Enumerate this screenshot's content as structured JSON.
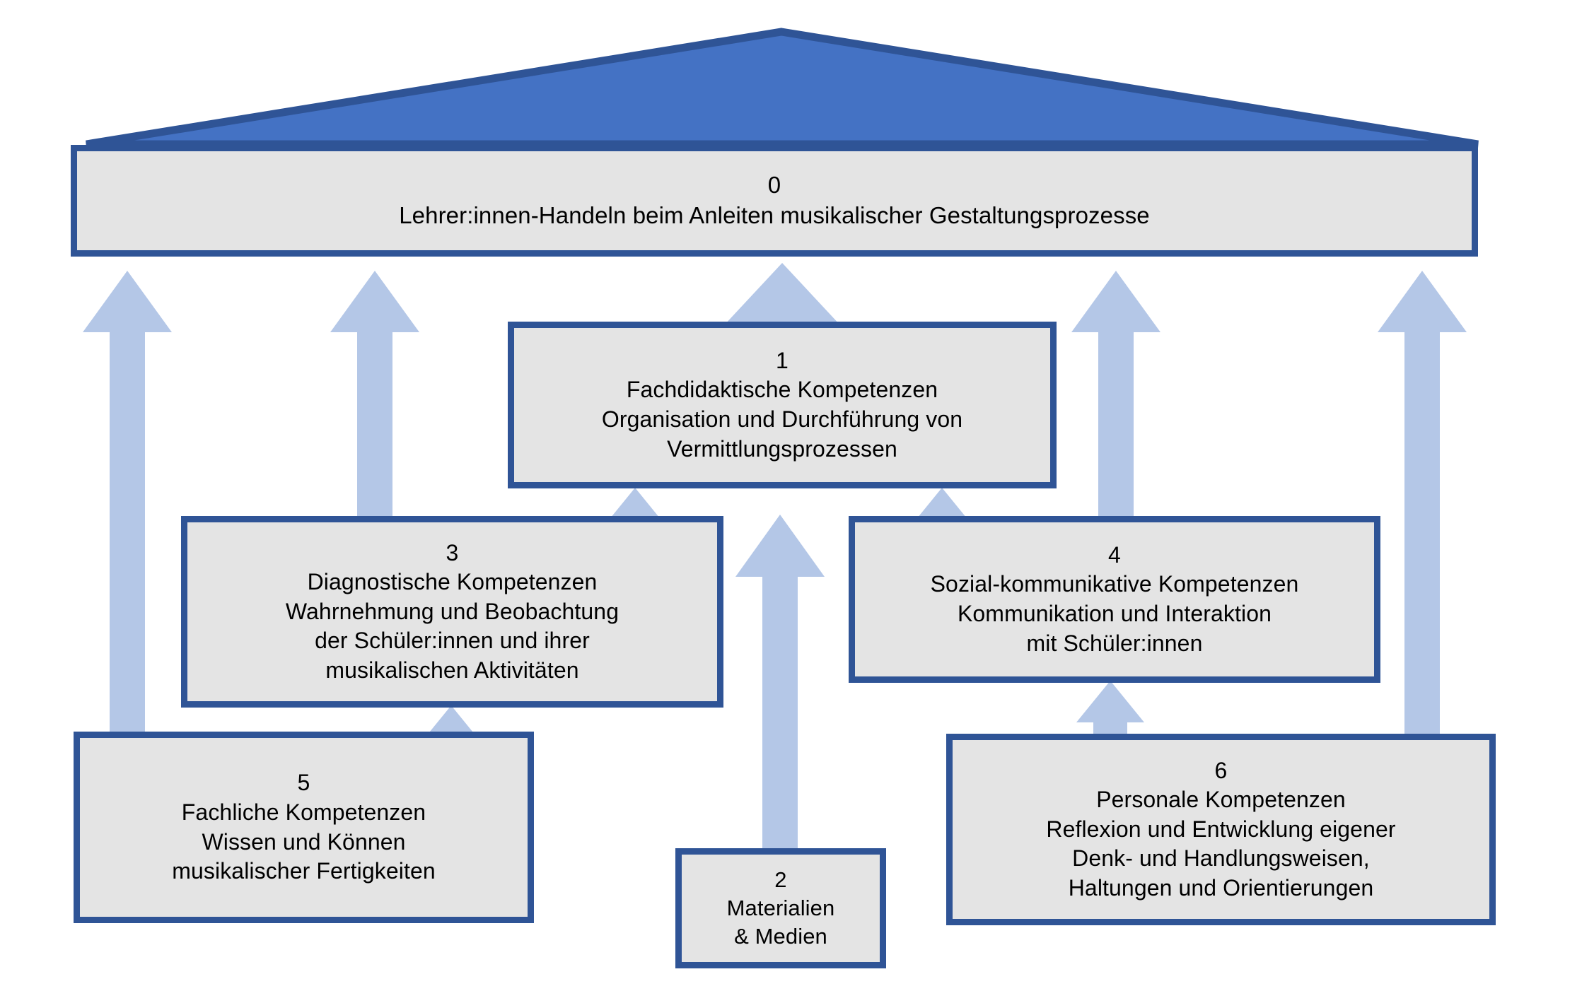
{
  "diagram": {
    "title_number": "0",
    "roof": {
      "shape": "triangle-roof",
      "fill": "#4472c4",
      "stroke": "#2f5496"
    },
    "colors": {
      "box_fill": "#e4e4e4",
      "box_border": "#2f5496",
      "arrow_fill": "#b4c7e7",
      "roof_fill": "#4472c4",
      "text": "#000000",
      "background": "#ffffff"
    },
    "boxes": [
      {
        "id": "0",
        "number": "0",
        "lines": [
          "Lehrer:innen-Handeln beim Anleiten musikalischer Gestaltungsprozesse"
        ]
      },
      {
        "id": "1",
        "number": "1",
        "lines": [
          "Fachdidaktische Kompetenzen",
          "Organisation und Durchführung von",
          "Vermittlungsprozessen"
        ]
      },
      {
        "id": "2",
        "number": "2",
        "lines": [
          "Materialien",
          "& Medien"
        ]
      },
      {
        "id": "3",
        "number": "3",
        "lines": [
          "Diagnostische Kompetenzen",
          "Wahrnehmung und Beobachtung",
          "der Schüler:innen und ihrer",
          "musikalischen Aktivitäten"
        ]
      },
      {
        "id": "4",
        "number": "4",
        "lines": [
          "Sozial-kommunikative Kompetenzen",
          "Kommunikation und Interaktion",
          "mit Schüler:innen"
        ]
      },
      {
        "id": "5",
        "number": "5",
        "lines": [
          "Fachliche Kompetenzen",
          "Wissen und Können",
          "musikalischer Fertigkeiten"
        ]
      },
      {
        "id": "6",
        "number": "6",
        "lines": [
          "Personale Kompetenzen",
          "Reflexion und Entwicklung eigener",
          "Denk- und Handlungsweisen,",
          "Haltungen und Orientierungen"
        ]
      }
    ],
    "arrows": [
      {
        "name": "arrow-from-5-to-0",
        "direction": "up"
      },
      {
        "name": "arrow-from-3-to-0",
        "direction": "up"
      },
      {
        "name": "arrow-from-1-to-0",
        "direction": "up"
      },
      {
        "name": "arrow-from-4-to-0",
        "direction": "up"
      },
      {
        "name": "arrow-from-6-to-0",
        "direction": "up"
      },
      {
        "name": "arrow-from-3-to-1",
        "direction": "up"
      },
      {
        "name": "arrow-from-4-to-1",
        "direction": "up"
      },
      {
        "name": "arrow-from-2-to-1",
        "direction": "up"
      },
      {
        "name": "arrow-from-5-to-3",
        "direction": "up"
      },
      {
        "name": "arrow-from-6-to-4",
        "direction": "up"
      }
    ]
  }
}
